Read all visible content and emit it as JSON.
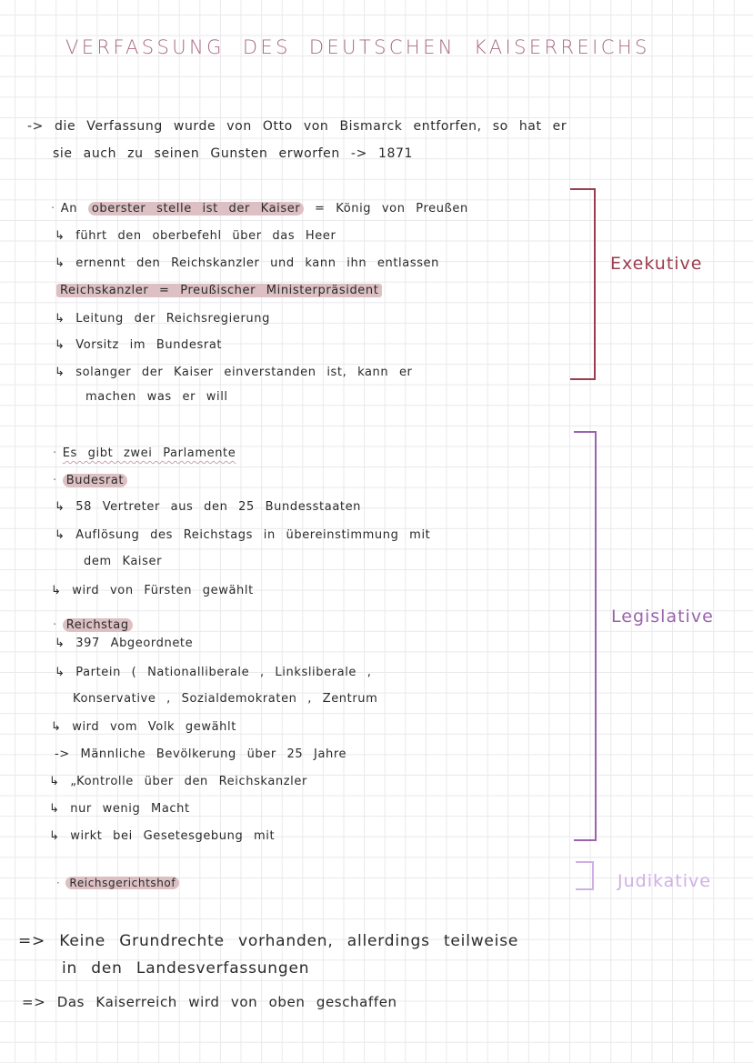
{
  "title": "VERFASSUNG DES DEUTSCHEN KAISERREICHS",
  "intro": {
    "line1": "-> die Verfassung wurde von Otto von Bismarck entforfen, so hat er",
    "line2": "sie auch zu seinen Gunsten erworfen  ->  1871"
  },
  "exekutive": {
    "kaiser_highlight": "oberster stelle ist der Kaiser",
    "kaiser_prefix": "An",
    "kaiser_suffix": "= König von Preußen",
    "kaiser_points": [
      "↳ führt den oberbefehl über das Heer",
      "↳ ernennt den Reichskanzler und kann ihn entlassen"
    ],
    "kanzler_highlight": "Reichskanzler = Preußischer Ministerpräsident",
    "kanzler_points": [
      "↳ Leitung der Reichsregierung",
      "↳ Vorsitz im Bundesrat",
      "↳ solanger der Kaiser einverstanden ist, kann er"
    ],
    "kanzler_continuation": "machen was er will",
    "label": "Exekutive",
    "color": "#9b3d4e"
  },
  "legislative": {
    "heading": "Es gibt zwei Parlamente",
    "bundesrat": {
      "title": "Budesrat",
      "points": [
        "↳ 58 Vertreter aus den 25 Bundesstaaten",
        "↳ Auflösung des Reichstags in übereinstimmung mit"
      ],
      "continuation": "dem Kaiser",
      "last": "↳ wird von Fürsten gewählt"
    },
    "reichstag": {
      "title": "Reichstag",
      "points": [
        "↳ 397 Abgeordnete",
        "↳ Partein  ( Nationalliberale , Linksliberale ,"
      ],
      "parties_continuation": "Konservative , Sozialdemokraten , Zentrum",
      "more_points": [
        "↳ wird vom Volk gewählt",
        "-> Männliche Bevölkerung über 25 Jahre",
        "↳ „Kontrolle über den Reichskanzler",
        "↳ nur wenig Macht",
        "↳ wirkt bei Gesetesgebung mit"
      ]
    },
    "label": "Legislative",
    "color": "#9a63ad"
  },
  "judikative": {
    "item": "Reichsgerichtshof",
    "label": "Judikative",
    "color": "#cfb0e6"
  },
  "conclusion": {
    "line1": "=> Keine Grundrechte vorhanden, allerdings teilweise",
    "line2": "in den Landesverfassungen",
    "line3": "=> Das Kaiserreich wird von oben geschaffen"
  }
}
